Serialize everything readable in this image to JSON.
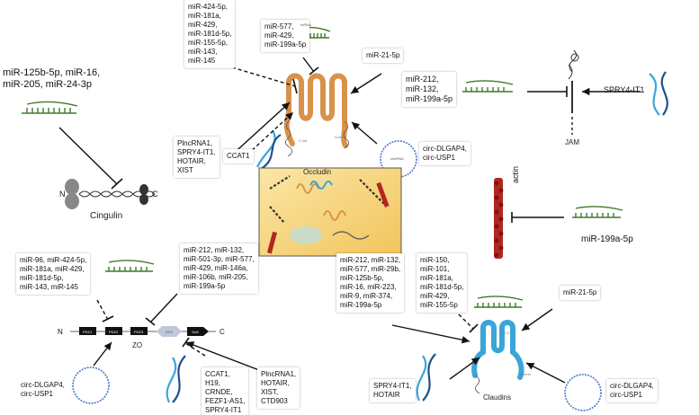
{
  "occludin": {
    "name": "Occludin",
    "mirna_list_left": "miR-424-5p,\nmiR-181a,\nmiR-429,\nmiR-181d-5p,\nmiR-155-5p,\nmiR-143,\nmiR-145",
    "mirna_list_center": "miR-577,\nmiR-429,\nmiR-199a-5p",
    "mirna_right": "miR-21-5p",
    "lnc_list": "PlncRNA1,\nSPRY4-IT1,\nHOTAIR,\nXIST",
    "lnc_ccat1": "CCAT1",
    "circ_list": "circ-DLGAP4,\ncirc-USP1"
  },
  "cingulin": {
    "name": "Cingulin",
    "mirna_list": "miR-125b-5p, miR-16,\nmiR-205, miR-24-3p",
    "n_label": "N",
    "c_label": "C"
  },
  "jam": {
    "name": "JAM",
    "mirna_list": "miR-212,\nmiR-132,\nmiR-199a-5p",
    "lnc": "SPRY4-IT1"
  },
  "actin": {
    "name": "actin",
    "mirna": "miR-199a-5p"
  },
  "zo": {
    "name": "ZO",
    "mirna_list_left": "miR-96, miR-424-5p,\nmiR-181a, miR-429,\nmiR-181d-5p,\nmiR-143, miR-145",
    "mirna_list_right": "miR-212, miR-132,\nmiR-501-3p, miR-577,\nmiR-429, miR-146a,\nmiR-106b, miR-205,\nmiR-199a-5p",
    "circ_list": "circ-DLGAP4,\ncirc-USP1",
    "lnc_list_a": "CCAT1,\nH19,\nCRNDE,\nFEZF1-AS1,\nSPRY4-IT1",
    "lnc_list_b": "PlncRNA1,\nHOTAIR,\nXIST,\nCTD903",
    "domains": [
      "PDZ1",
      "PDZ2",
      "PDZ3",
      "SH3",
      "GuK"
    ],
    "n_label": "N",
    "c_label": "C"
  },
  "claudins": {
    "name": "Claudins",
    "mirna_list_a": "miR-212, miR-132,\nmiR-577, miR-29b,\nmiR-125b-5p,\nmiR-16, miR-223,\nmiR-9, miR-374,\nmiR-199a-5p",
    "mirna_list_b": "miR-150,\nmiR-101,\nmiR-181a,\nmiR-181d-5p,\nmiR-429,\nmiR-155-5p",
    "mirna_right": "miR-21-5p",
    "lnc_list": "SPRY4-IT1,\nHOTAIR",
    "circ_list": "circ-DLGAP4,\ncirc-USP1"
  },
  "icon_labels": {
    "mirna": "mRNA",
    "circrna": "circRNA"
  },
  "colors": {
    "occludin": "#d9924a",
    "claudin": "#3aa6d8",
    "mirna": "#3f7a2a",
    "actin": "#b3261e",
    "center_bg": "#f6d98a",
    "circle": "#4b78c9"
  }
}
